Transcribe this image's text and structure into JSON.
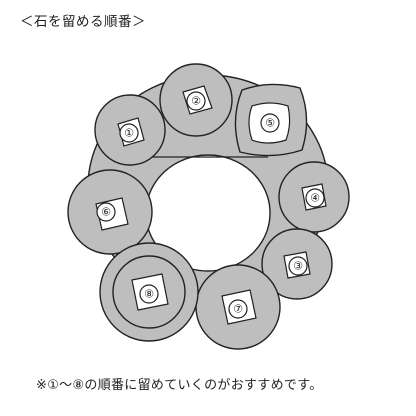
{
  "heading": "＜石を留める順番＞",
  "footnote": "※①～⑧の順番に留めていくのがおすすめです。",
  "stones": [
    {
      "id": "1",
      "label": "①"
    },
    {
      "id": "2",
      "label": "②"
    },
    {
      "id": "3",
      "label": "③"
    },
    {
      "id": "4",
      "label": "④"
    },
    {
      "id": "5",
      "label": "⑤"
    },
    {
      "id": "6",
      "label": "⑥"
    },
    {
      "id": "7",
      "label": "⑦"
    },
    {
      "id": "8",
      "label": "⑧"
    }
  ],
  "colors": {
    "stone_fill": "#bebebe",
    "outline": "#222222",
    "background": "#ffffff"
  }
}
